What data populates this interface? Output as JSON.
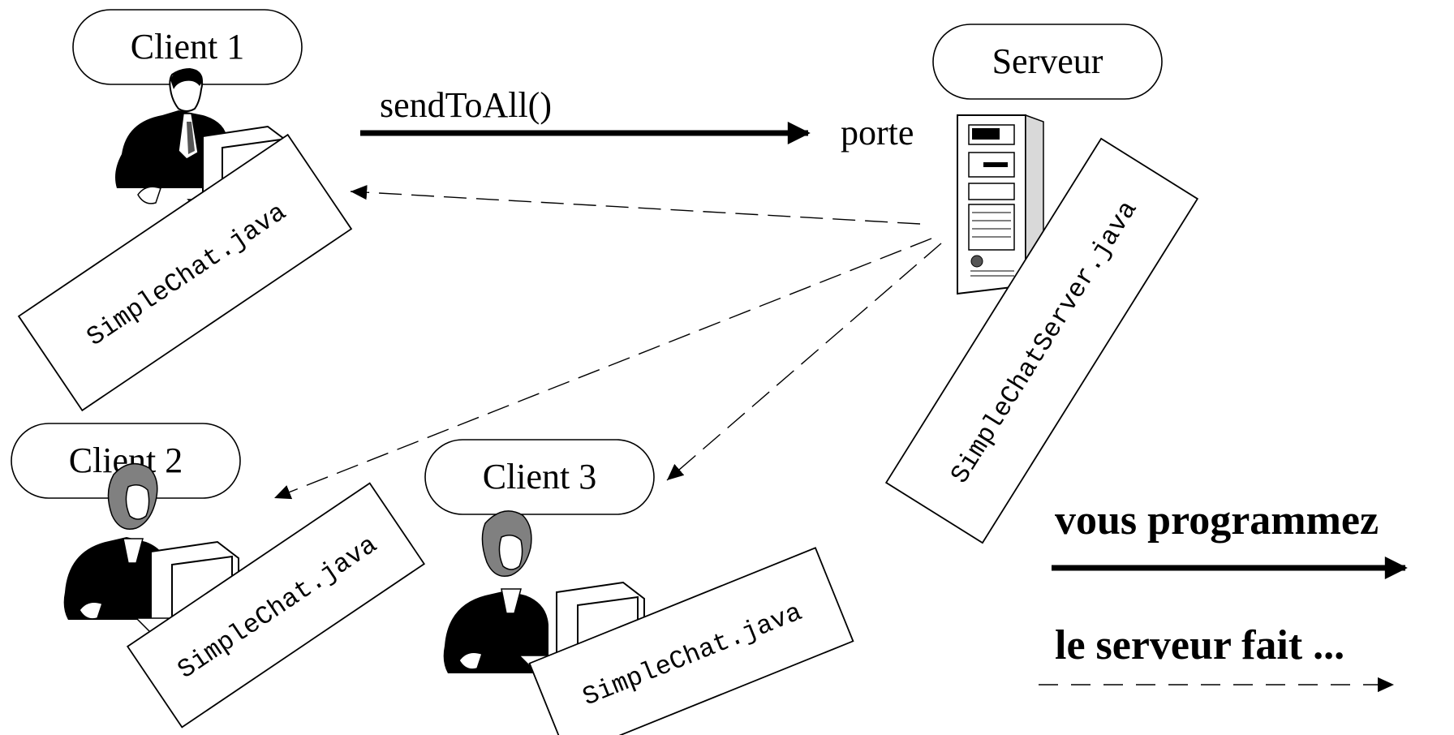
{
  "nodes": {
    "client1": {
      "label": "Client 1",
      "file": "SimpleChat.java"
    },
    "client2": {
      "label": "Client 2",
      "file": "SimpleChat.java"
    },
    "client3": {
      "label": "Client 3",
      "file": "SimpleChat.java"
    },
    "server": {
      "label": "Serveur",
      "file": "SimpleChatServer.java",
      "port_label": "porte"
    }
  },
  "edges": {
    "send_label": "sendToAll()"
  },
  "legend": {
    "solid_label": "vous programmez",
    "dashed_label": "le serveur fait ..."
  },
  "colors": {
    "ink": "#000000",
    "background": "#ffffff",
    "hair_gray": "#808080",
    "skin": "#ffffff",
    "server_gray": "#d9d9d9"
  }
}
